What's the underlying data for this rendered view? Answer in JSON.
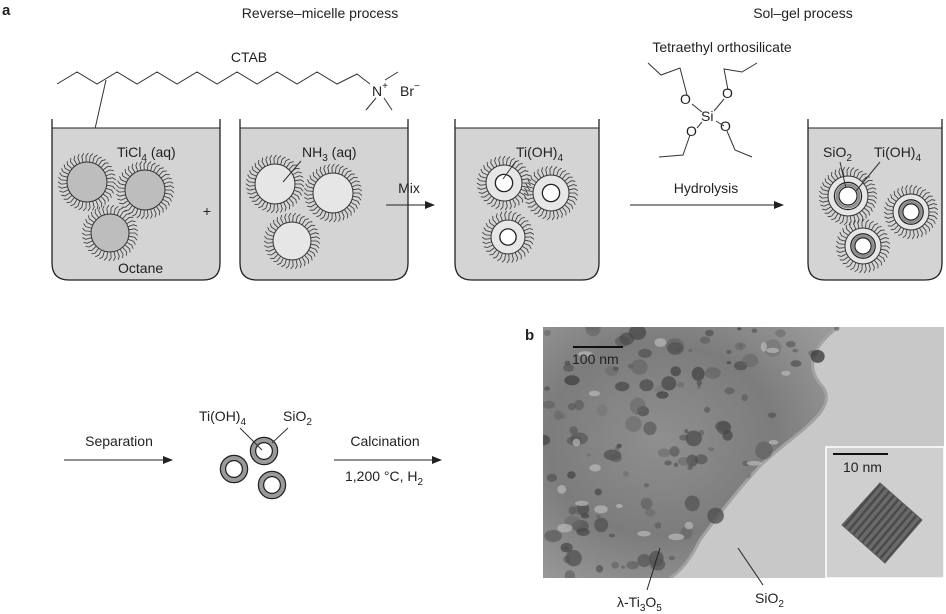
{
  "panel_a": {
    "letter": "a",
    "reverse_micelle_title": "Reverse–micelle process",
    "sol_gel_title": "Sol–gel process",
    "ctab_label": "CTAB",
    "nitrogen": "N",
    "nitrogen_charge": "+",
    "bromide": "Br",
    "bromide_charge": "−",
    "teos_label": "Tetraethyl orthosilicate",
    "teos_atoms": {
      "o": "O",
      "si": "Si"
    },
    "beaker1": {
      "species_prefix": "TiCl",
      "species_sub": "4",
      "species_suffix": " (aq)",
      "solvent": "Octane"
    },
    "plus": "+",
    "beaker2": {
      "species_prefix": "NH",
      "species_sub": "3",
      "species_suffix": " (aq)"
    },
    "mix_label": "Mix",
    "beaker3": {
      "species_prefix": "Ti(OH)",
      "species_sub": "4"
    },
    "hydrolysis_label": "Hydrolysis",
    "beaker4": {
      "sio2_prefix": "SiO",
      "sio2_sub": "2",
      "tioh_prefix": "Ti(OH)",
      "tioh_sub": "4"
    },
    "separation_label": "Separation",
    "particles": {
      "tioh_prefix": "Ti(OH)",
      "tioh_sub": "4",
      "sio2_prefix": "SiO",
      "sio2_sub": "2"
    },
    "calcination_label": "Calcination",
    "conditions_prefix": "1,200 °C, H",
    "conditions_sub": "2"
  },
  "panel_b": {
    "letter": "b",
    "scale_main": "100 nm",
    "scale_inset": "10 nm",
    "phase_prefix": "λ-Ti",
    "phase_sub1": "3",
    "phase_mid": "O",
    "phase_sub2": "5",
    "matrix_prefix": "SiO",
    "matrix_sub": "2"
  },
  "colors": {
    "liquid": "#d4d4d4",
    "micelle_core": "#bdbdbd",
    "micelle_core_light": "#e6e6e6",
    "shell": "#8c8c8c",
    "tem_dark": "#6e6e6e",
    "tem_background": "#c8c8c8"
  }
}
